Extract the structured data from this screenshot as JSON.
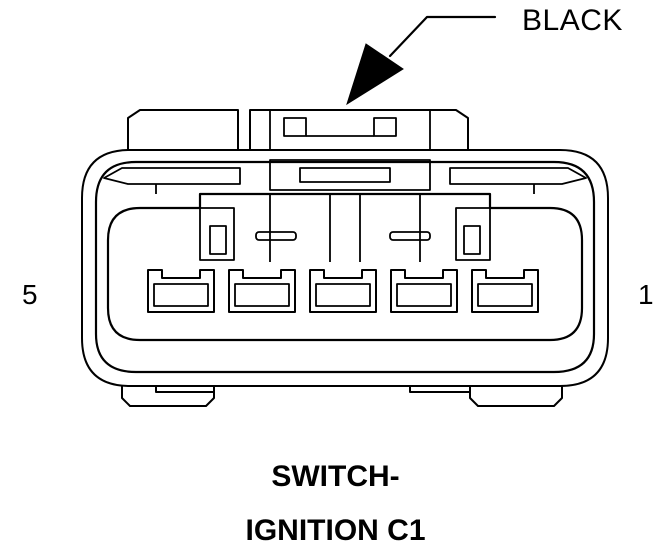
{
  "callout": {
    "label": "BLACK"
  },
  "pins": {
    "left_label": "5",
    "right_label": "1",
    "count": 5
  },
  "caption": {
    "line1": "SWITCH-",
    "line2": "IGNITION C1"
  },
  "colors": {
    "stroke": "#000000",
    "background": "#ffffff"
  }
}
